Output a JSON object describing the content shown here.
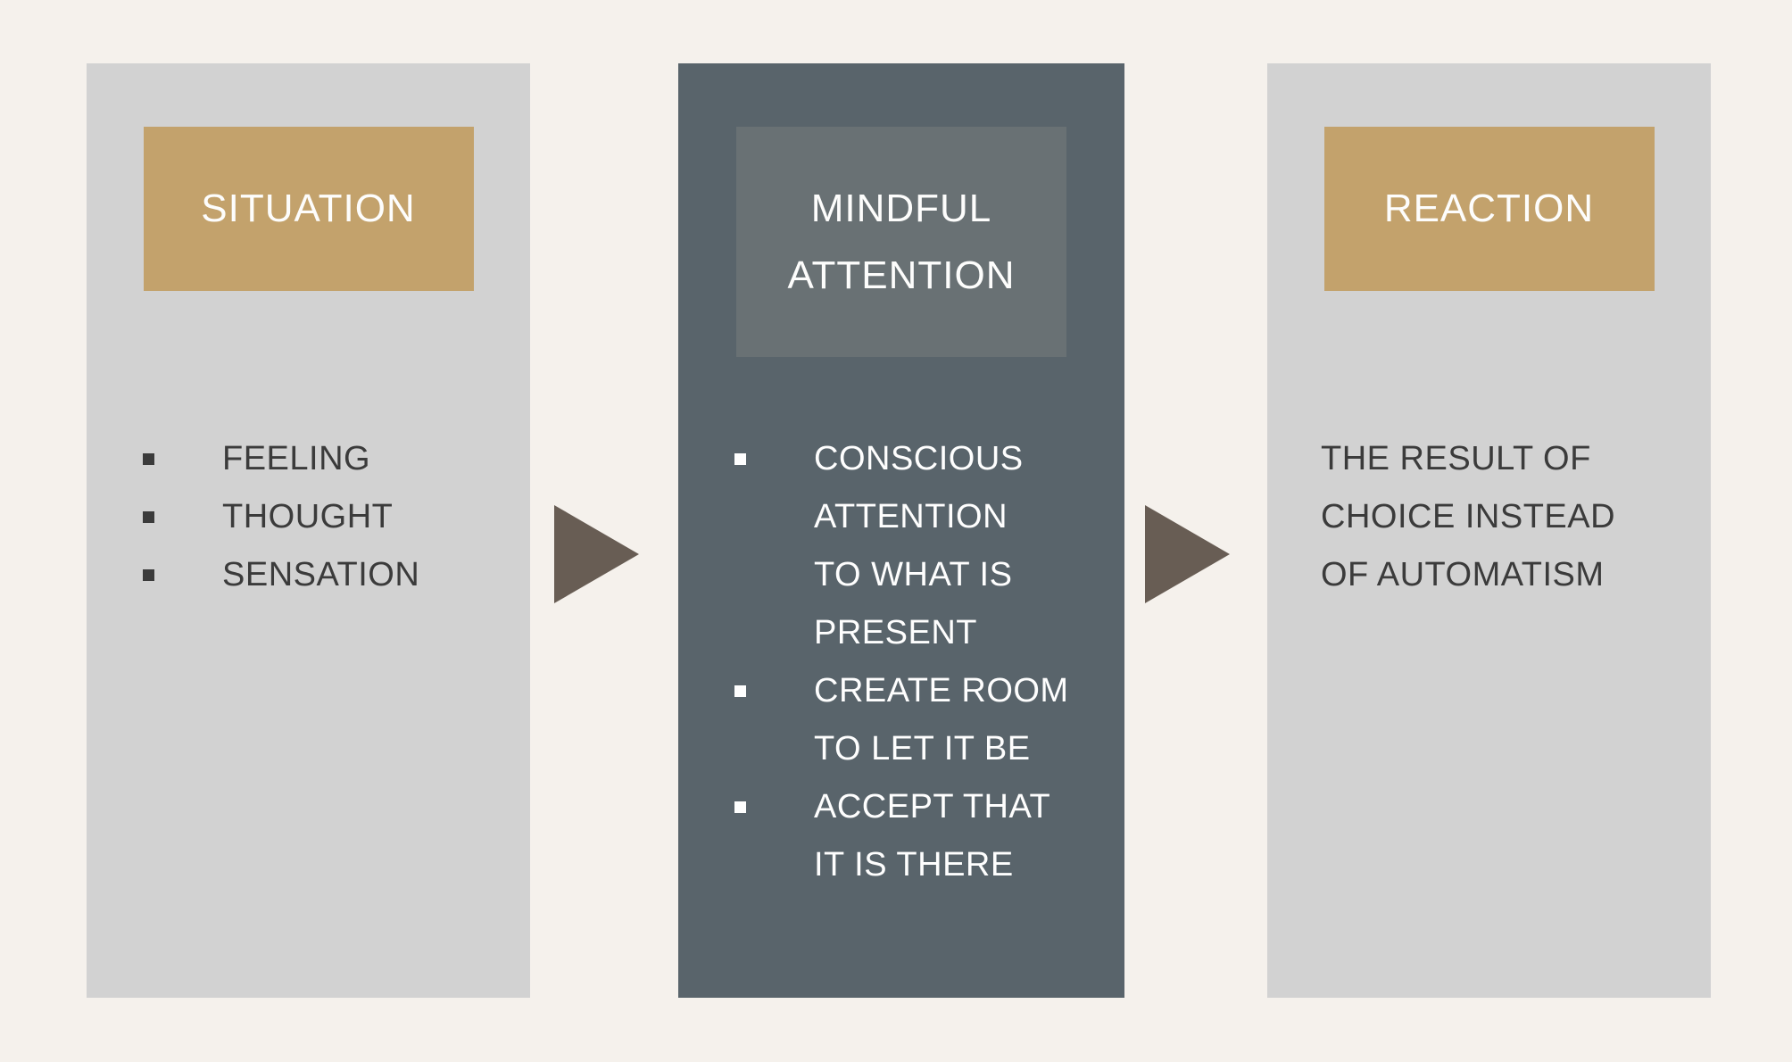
{
  "colors": {
    "page_background": "#F5F1EC",
    "light_column": "#D2D2D2",
    "dark_column": "#59646B",
    "dark_header_box": "#697174",
    "gold_header_box": "#C3A26C",
    "arrow": "#685D54",
    "dark_text": "#3B3B3B",
    "light_text": "#FFFFFF"
  },
  "columns": [
    {
      "id": "situation",
      "header": "SITUATION",
      "items": [
        {
          "bullet": true,
          "text": "FEELING"
        },
        {
          "bullet": true,
          "text": "THOUGHT"
        },
        {
          "bullet": true,
          "text": "SENSATION"
        }
      ]
    },
    {
      "id": "mindful-attention",
      "header": "MINDFUL\nATTENTION",
      "items": [
        {
          "bullet": true,
          "text": "CONSCIOUS\nATTENTION\nTO WHAT IS\nPRESENT"
        },
        {
          "bullet": true,
          "text": "CREATE ROOM\nTO LET IT BE"
        },
        {
          "bullet": true,
          "text": "ACCEPT THAT\nIT IS THERE"
        }
      ]
    },
    {
      "id": "reaction",
      "header": "REACTION",
      "items": [
        {
          "bullet": false,
          "text": "THE RESULT OF\nCHOICE INSTEAD\nOF AUTOMATISM"
        }
      ]
    }
  ]
}
